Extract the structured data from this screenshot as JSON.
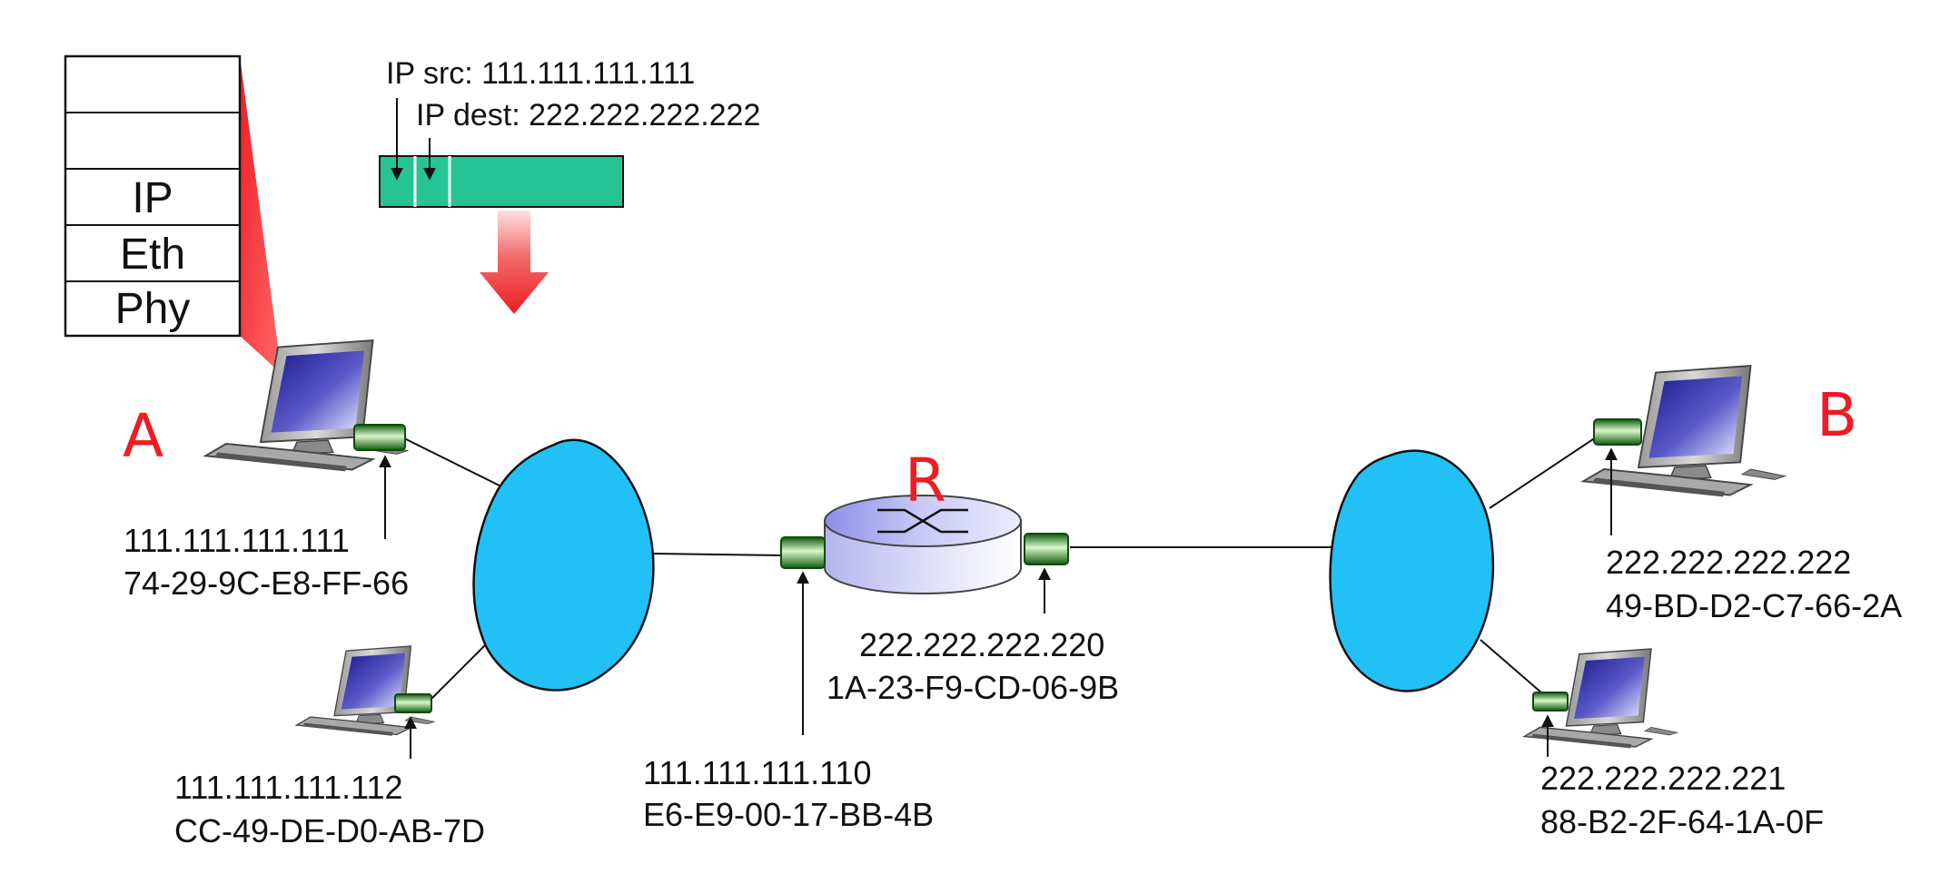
{
  "protocol_stack": {
    "layers": [
      "",
      "",
      "IP",
      "Eth",
      "Phy"
    ]
  },
  "datagram_header": {
    "src_label": "IP src: 111.111.111.111",
    "dest_label": "IP dest: 222.222.222.222"
  },
  "nodes": {
    "host_a": {
      "letter": "A",
      "ip": "111.111.111.111",
      "mac": "74-29-9C-E8-FF-66"
    },
    "host_a2": {
      "ip": "111.111.111.112",
      "mac": "CC-49-DE-D0-AB-7D"
    },
    "router": {
      "letter": "R",
      "left_ip": "111.111.111.110",
      "left_mac": "E6-E9-00-17-BB-4B",
      "right_ip": "222.222.222.220",
      "right_mac": "1A-23-F9-CD-06-9B"
    },
    "host_b": {
      "letter": "B",
      "ip": "222.222.222.222",
      "mac": "49-BD-D2-C7-66-2A"
    },
    "host_b2": {
      "ip": "222.222.222.221",
      "mac": "88-B2-2F-64-1A-0F"
    }
  },
  "colors": {
    "cloud": "#22c1f5",
    "packet": "#26c495",
    "accent_red": "#ee1c24",
    "adapter_green": "#1f8a1f",
    "router_body": "#b9b9f2"
  }
}
